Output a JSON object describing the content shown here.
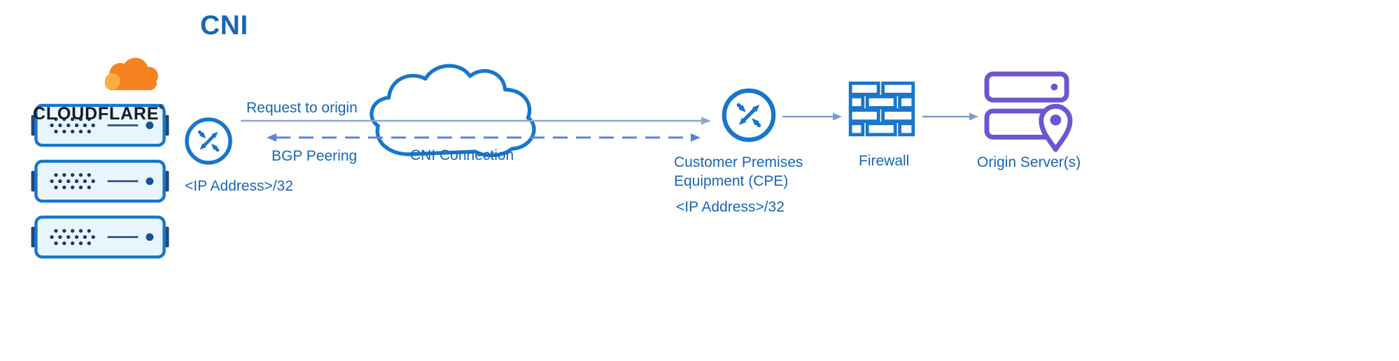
{
  "diagram": {
    "title": "CNI",
    "cloudflare": {
      "wordmark": "CLOUDFLARE",
      "mark": "®"
    },
    "edge_router": {
      "ip": "<IP Address>/32"
    },
    "flows": {
      "request_to_origin": "Request to origin",
      "bgp_peering": "BGP Peering"
    },
    "cni_cloud": {
      "label": "CNI Connection"
    },
    "cpe": {
      "name": "Customer Premises Equipment (CPE)",
      "ip": "<IP Address>/32"
    },
    "firewall": {
      "label": "Firewall"
    },
    "origin": {
      "label": "Origin Server(s)"
    }
  },
  "colors": {
    "blue": "#1876CC",
    "label": "#1767B6",
    "navy": "#1C3863",
    "orange": "#F6821F",
    "orange_light": "#FBAD41",
    "purple": "#6C55D2",
    "arrow_solid": "#8FA6CF",
    "arrow_dash": "#5B84D6",
    "arrow_conn": "#7D9CC9"
  }
}
